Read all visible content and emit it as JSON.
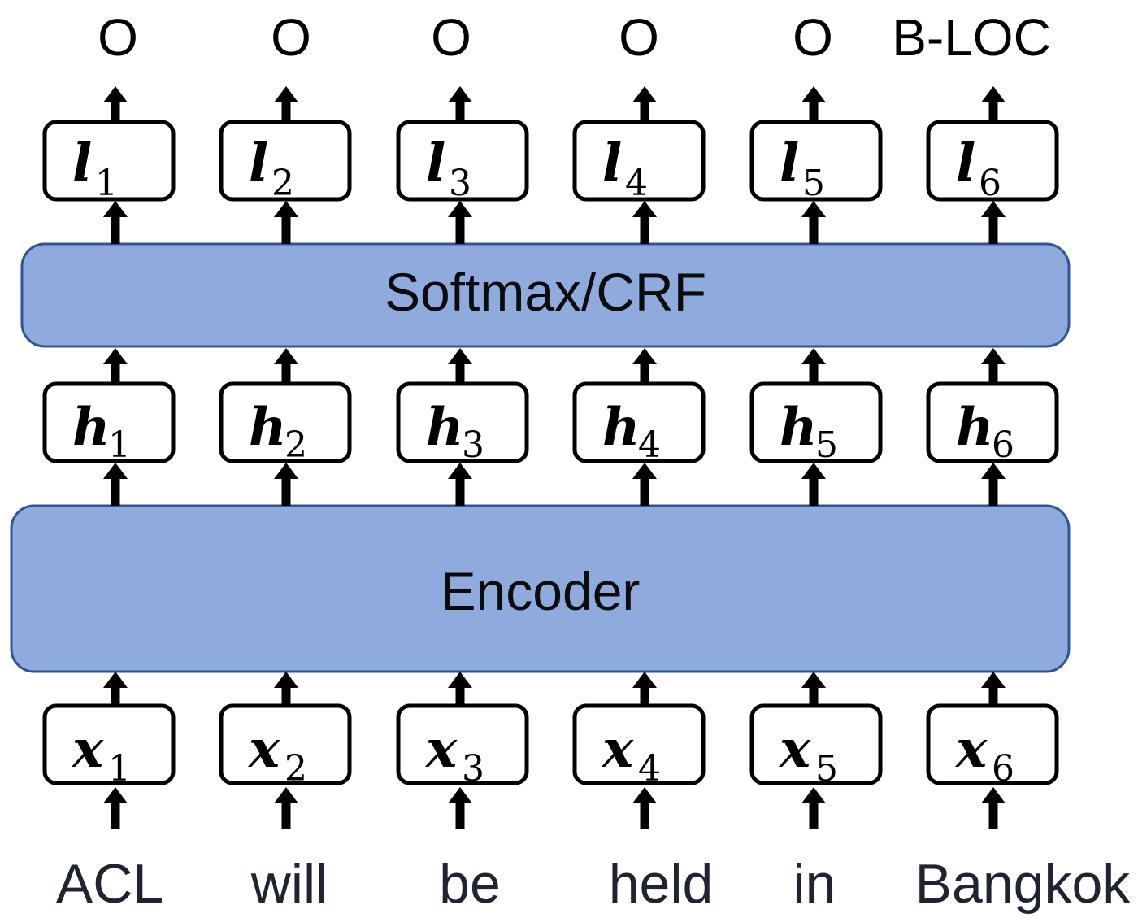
{
  "style": {
    "block_fill": "#8faadc",
    "block_stroke": "#2f5597",
    "arrow_color": "#000000"
  },
  "top_block": {
    "label": "Softmax/CRF"
  },
  "bottom_block": {
    "label": "Encoder"
  },
  "columns": [
    {
      "word": "ACL",
      "x_var": "x",
      "h_var": "h",
      "l_var": "l",
      "index": "1",
      "tag": "O"
    },
    {
      "word": "will",
      "x_var": "x",
      "h_var": "h",
      "l_var": "l",
      "index": "2",
      "tag": "O"
    },
    {
      "word": "be",
      "x_var": "x",
      "h_var": "h",
      "l_var": "l",
      "index": "3",
      "tag": "O"
    },
    {
      "word": "held",
      "x_var": "x",
      "h_var": "h",
      "l_var": "l",
      "index": "4",
      "tag": "O"
    },
    {
      "word": "in",
      "x_var": "x",
      "h_var": "h",
      "l_var": "l",
      "index": "5",
      "tag": "O"
    },
    {
      "word": "Bangkok",
      "x_var": "x",
      "h_var": "h",
      "l_var": "l",
      "index": "6",
      "tag": "B-LOC"
    }
  ]
}
